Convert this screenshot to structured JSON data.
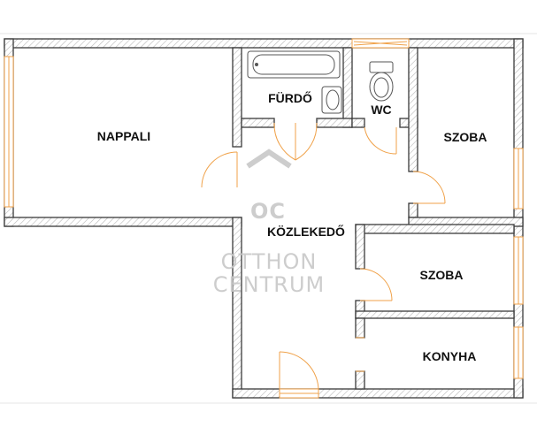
{
  "rooms": {
    "nappali": "NAPPALI",
    "furdo": "FÜRDŐ",
    "wc": "WC",
    "szoba1": "SZOBA",
    "kozlekedo": "KÖZLEKEDŐ",
    "szoba2": "SZOBA",
    "konyha": "KONYHA"
  },
  "watermark": {
    "logo": "OC",
    "line1": "OTTHON",
    "line2": "CENTRUM"
  },
  "colors": {
    "wall_outline": "#3a3a3a",
    "hatch": "#b8b8b8",
    "door_window": "#f0a24a",
    "watermark": "#c8c8c8"
  }
}
